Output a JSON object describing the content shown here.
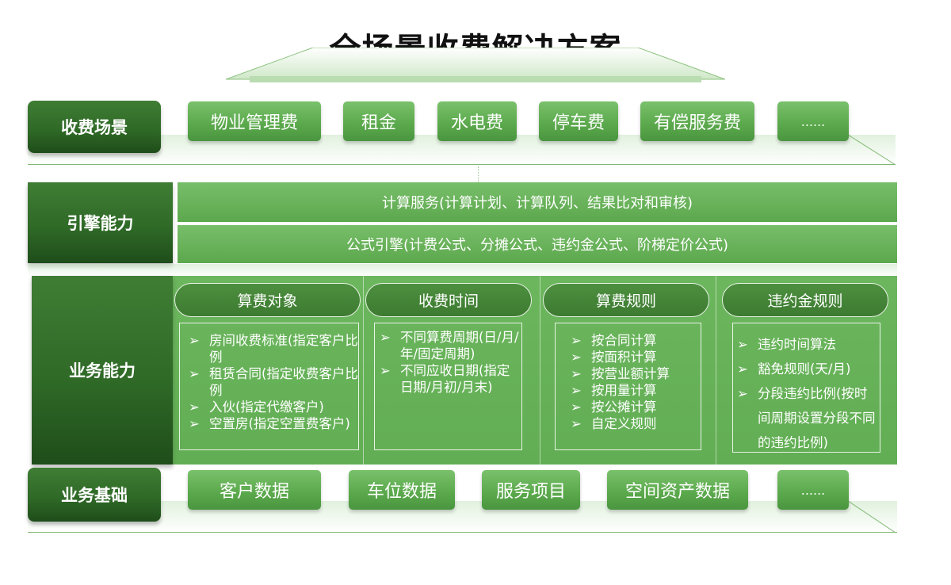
{
  "title": "全场景收费解决方案",
  "rows": {
    "scenes": {
      "label": "收费场景",
      "items": [
        "物业管理费",
        "租金",
        "水电费",
        "停车费",
        "有偿服务费",
        "......"
      ]
    },
    "engine": {
      "label": "引擎能力",
      "bars": [
        "计算服务(计算计划、计算队列、结果比对和审核)",
        "公式引擎(计费公式、分摊公式、违约金公式、阶梯定价公式)"
      ]
    },
    "business": {
      "label": "业务能力",
      "columns": [
        {
          "title": "算费对象",
          "items": [
            "房间收费标准(指定客户比例",
            "租赁合同(指定收费客户比例",
            "入伙(指定代缴客户)",
            "空置房(指定空置费客户)"
          ]
        },
        {
          "title": "收费时间",
          "items": [
            "不同算费周期(日/月/年/固定周期)",
            "不同应收日期(指定日期/月初/月末)"
          ]
        },
        {
          "title": "算费规则",
          "items": [
            "按合同计算",
            "按面积计算",
            "按营业额计算",
            "按用量计算",
            "按公摊计算",
            "自定义规则"
          ]
        },
        {
          "title": "违约金规则",
          "items": [
            "违约时间算法",
            "豁免规则(天/月)",
            "分段违约比例(按时间周期设置分段不同的违约比例)"
          ]
        }
      ]
    },
    "foundation": {
      "label": "业务基础",
      "items": [
        "客户数据",
        "车位数据",
        "服务项目",
        "空间资产数据",
        "......"
      ]
    }
  },
  "bullet": "➢",
  "colors": {
    "dark_green": "#2f6a27",
    "green": "#5aa84b",
    "panel_green": "#66b258"
  }
}
